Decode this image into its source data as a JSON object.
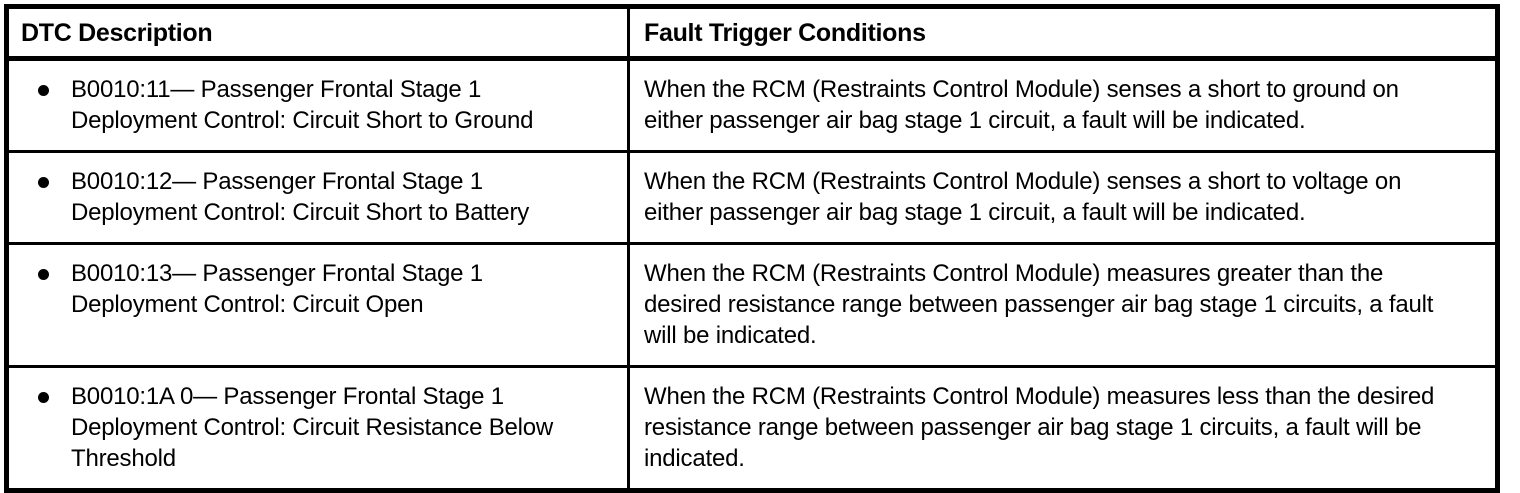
{
  "table": {
    "headers": {
      "dtc_description": "DTC Description",
      "fault_trigger_conditions": "Fault Trigger Conditions"
    },
    "rows": [
      {
        "bullet": "bullet-dot",
        "dtc_description": "B0010:11— Passenger Frontal Stage 1\nDeployment Control: Circuit Short to Ground",
        "fault_trigger_condition": "When the RCM (Restraints Control Module) senses a short to ground on\neither passenger air bag stage 1 circuit, a fault will be indicated."
      },
      {
        "bullet": "bullet-dot",
        "dtc_description": "B0010:12— Passenger Frontal Stage 1\nDeployment Control: Circuit Short to Battery",
        "fault_trigger_condition": "When the RCM (Restraints Control Module) senses a short to voltage on\neither passenger air bag stage 1 circuit, a fault will be indicated."
      },
      {
        "bullet": "bullet-dot",
        "dtc_description": "B0010:13— Passenger Frontal Stage 1\nDeployment Control: Circuit Open",
        "fault_trigger_condition": "When the RCM (Restraints Control Module) measures greater than the\ndesired resistance range between passenger air bag stage 1 circuits, a fault\nwill be indicated."
      },
      {
        "bullet": "bullet-dot",
        "dtc_description": "B0010:1A 0— Passenger Frontal Stage 1\nDeployment Control: Circuit Resistance Below\nThreshold",
        "fault_trigger_condition": "When the RCM (Restraints Control Module) measures less than the desired\nresistance range between passenger air bag stage 1 circuits, a fault will be\nindicated."
      }
    ]
  },
  "colors": {
    "text": "#000000",
    "background": "#ffffff",
    "border": "#000000"
  }
}
